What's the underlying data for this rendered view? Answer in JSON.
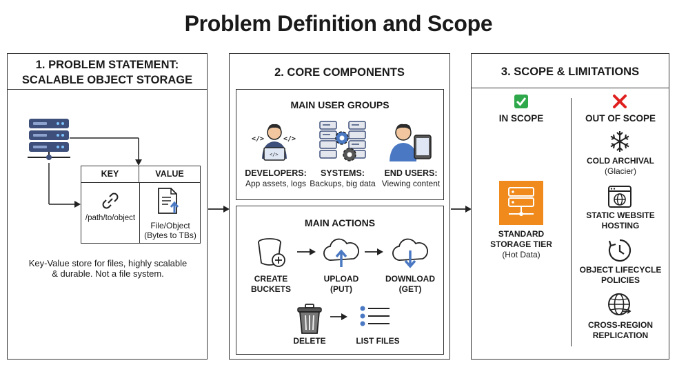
{
  "title": "Problem Definition and Scope",
  "panel1": {
    "heading_line1": "1. PROBLEM STATEMENT:",
    "heading_line2": "SCALABLE OBJECT STORAGE",
    "table": {
      "key_header": "KEY",
      "value_header": "VALUE",
      "key_value": "/path/to/object",
      "value_line1": "File/Object",
      "value_line2": "(Bytes to TBs)"
    },
    "description_line1": "Key-Value store for files, highly scalable",
    "description_line2": "& durable. Not a file system."
  },
  "panel2": {
    "heading": "2. CORE COMPONENTS",
    "user_groups": {
      "title": "MAIN USER GROUPS",
      "items": [
        {
          "name": "DEVELOPERS:",
          "desc": "App assets, logs"
        },
        {
          "name": "SYSTEMS:",
          "desc": "Backups, big data"
        },
        {
          "name": "END USERS:",
          "desc": "Viewing content"
        }
      ]
    },
    "actions": {
      "title": "MAIN ACTIONS",
      "create_line1": "CREATE",
      "create_line2": "BUCKETS",
      "upload_line1": "UPLOAD",
      "upload_line2": "(PUT)",
      "download_line1": "DOWNLOAD",
      "download_line2": "(GET)",
      "delete": "DELETE",
      "list": "LIST FILES"
    }
  },
  "panel3": {
    "heading": "3. SCOPE & LIMITATIONS",
    "in_scope": {
      "label": "IN SCOPE",
      "item_line1": "STANDARD",
      "item_line2": "STORAGE TIER",
      "item_line3": "(Hot Data)"
    },
    "out_scope": {
      "label": "OUT OF SCOPE",
      "cold_line1": "COLD ARCHIVAL",
      "cold_line2": "(Glacier)",
      "static_line1": "STATIC WEBSITE",
      "static_line2": "HOSTING",
      "lifecycle_line1": "OBJECT LIFECYCLE",
      "lifecycle_line2": "POLICIES",
      "crr_line1": "CROSS-REGION",
      "crr_line2": "REPLICATION"
    }
  },
  "colors": {
    "border": "#333333",
    "server_blue": "#3d4f7a",
    "accent_blue": "#4a78c2",
    "check_green": "#2ea84a",
    "cross_red": "#e0201e",
    "storage_orange": "#f08a1c"
  }
}
